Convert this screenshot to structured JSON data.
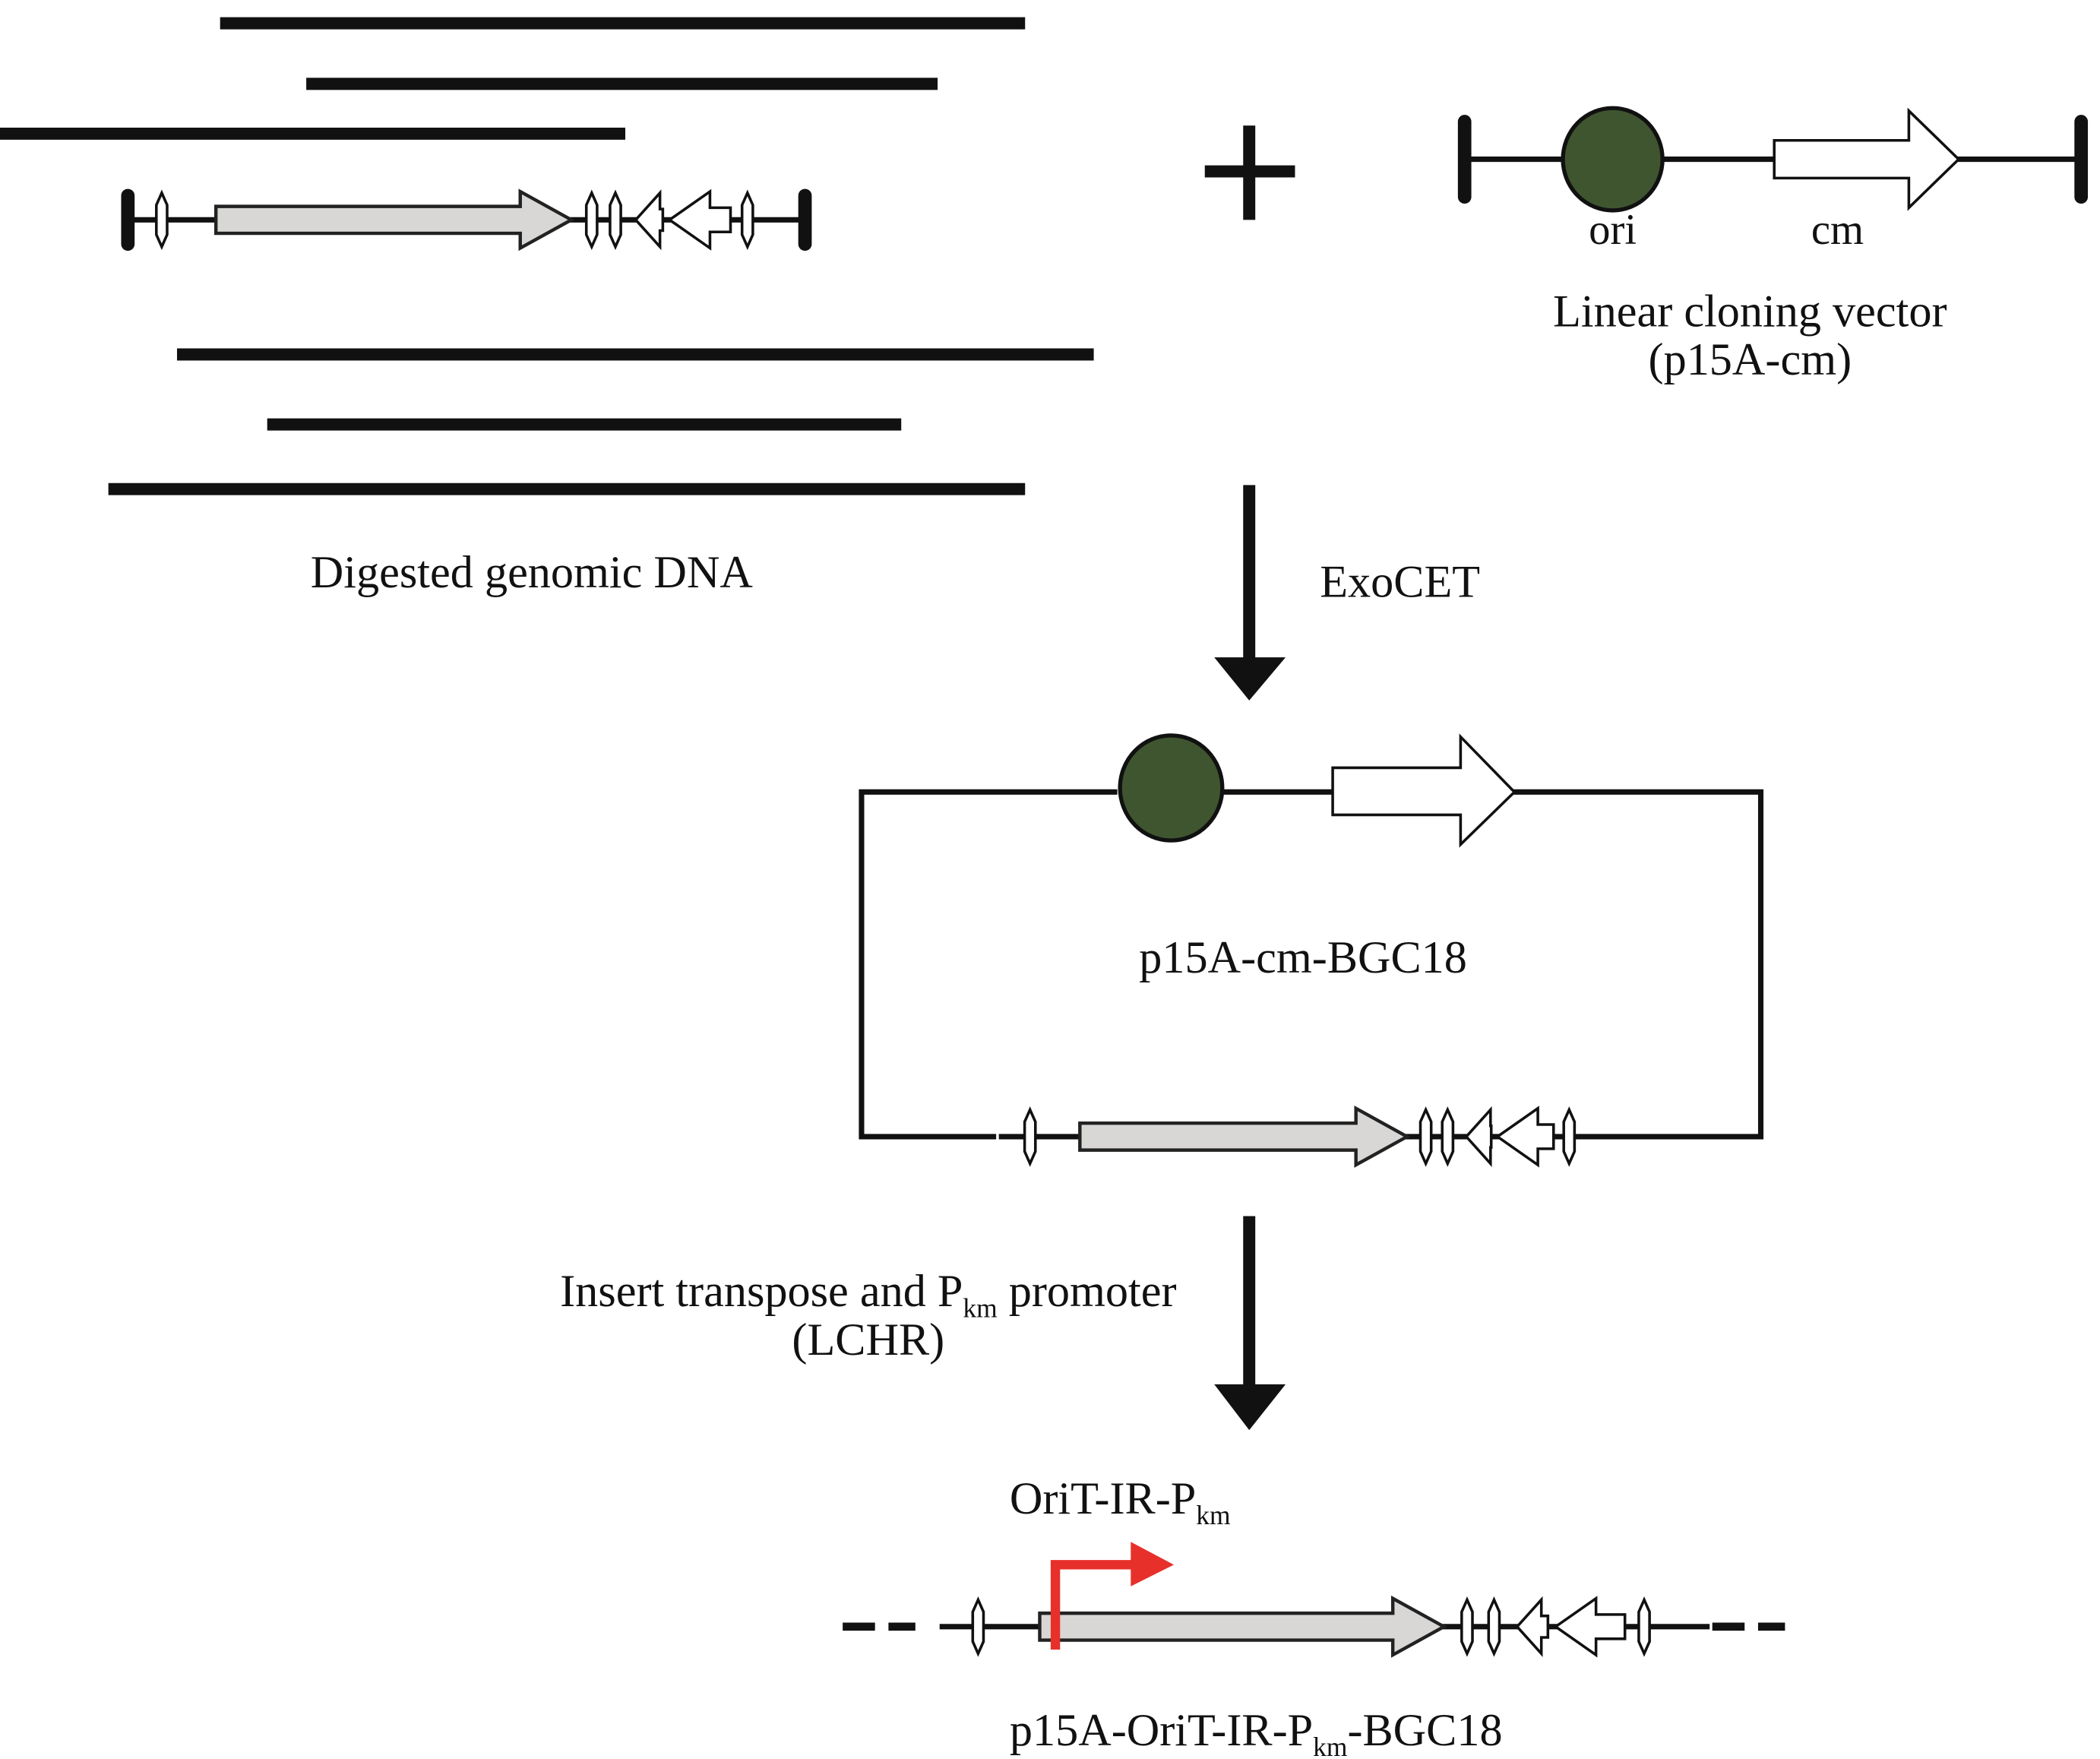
{
  "figure": {
    "genomic_dna_label": "Digested genomic DNA",
    "plus_sign": "+",
    "vector": {
      "ori_label": "ori",
      "cm_label": "cm",
      "title_line1": "Linear cloning vector",
      "title_line2": "(p15A-cm)",
      "ori_color": "#3f5530"
    },
    "step1_label": "ExoCET",
    "plasmid_label": "p15A-cm-BGC18",
    "step2": {
      "line1_pre": "Insert transpose and P",
      "line1_sub": "km",
      "line1_post": " promoter",
      "line2": "(LCHR)"
    },
    "promoter": {
      "label_pre": "OriT-IR-P",
      "label_sub": "km",
      "color": "#e8302b"
    },
    "final": {
      "label_pre": "p15A-OriT-IR-P",
      "label_sub": "km",
      "label_post": "-BGC18"
    },
    "colors": {
      "ink": "#111111",
      "core_gene": "#d9d7d6"
    }
  }
}
